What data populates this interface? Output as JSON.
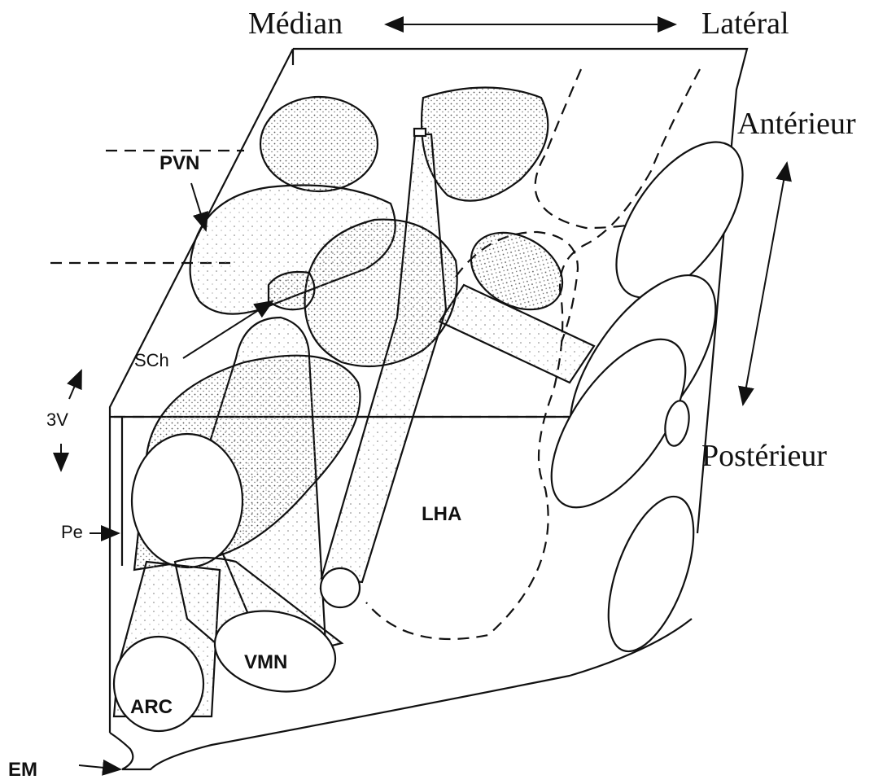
{
  "orientation": {
    "median": "Médian",
    "lateral": "Latéral",
    "anterior": "Antérieur",
    "posterior": "Postérieur"
  },
  "labels": {
    "pvn": "PVN",
    "sch": "SCh",
    "third_ventricle": "3V",
    "pe": "Pe",
    "lha": "LHA",
    "vmn": "VMN",
    "arc": "ARC",
    "em": "EM"
  },
  "colors": {
    "line": "#111111",
    "stipple": "#555555",
    "background": "#ffffff"
  }
}
